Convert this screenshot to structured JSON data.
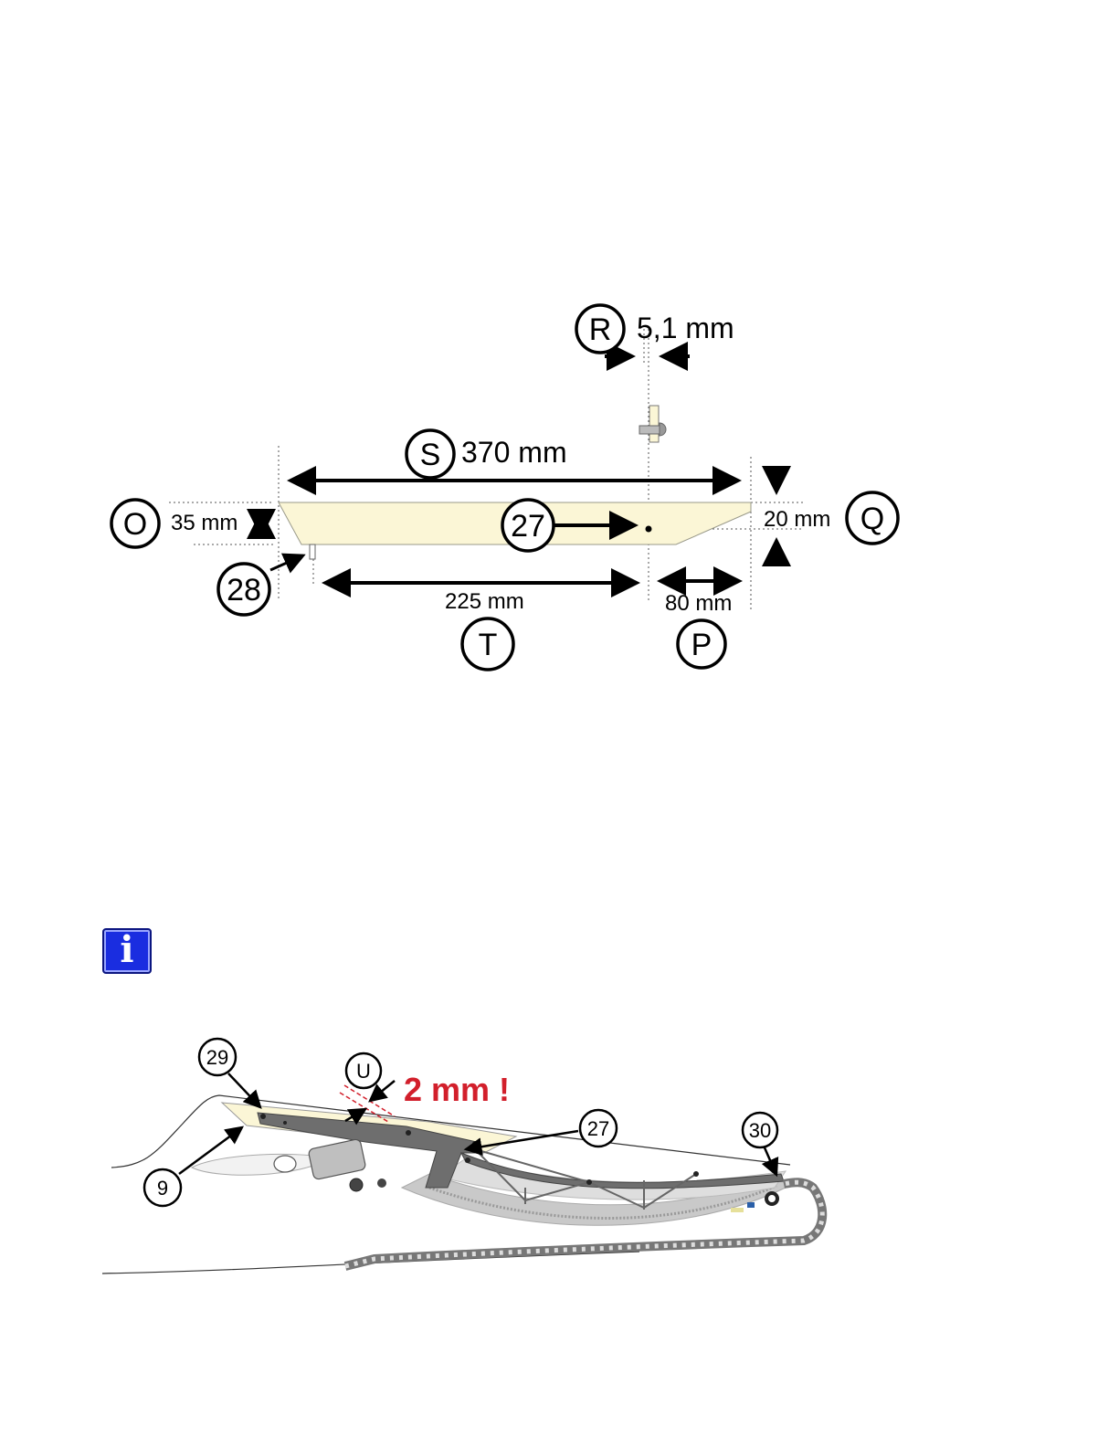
{
  "diagram_top": {
    "callouts": {
      "R": "R",
      "S": "S",
      "O": "O",
      "Q": "Q",
      "T": "T",
      "P": "P",
      "part27": "27",
      "part28": "28"
    },
    "dimensions": {
      "R": "5,1 mm",
      "S": "370 mm",
      "O": "35 mm",
      "Q": "20 mm",
      "T": "225 mm",
      "P": "80 mm"
    }
  },
  "info_icon": {
    "glyph": "i",
    "color": "#1a2de0"
  },
  "diagram_bottom": {
    "callouts": {
      "part29": "29",
      "U": "U",
      "part27": "27",
      "part30": "30",
      "part9": "9"
    },
    "warning_text": "2 mm !",
    "warning_color": "#d21f2b"
  },
  "colors": {
    "part_fill": "#fbf6d6",
    "mechanism": "#6e6e6e"
  }
}
